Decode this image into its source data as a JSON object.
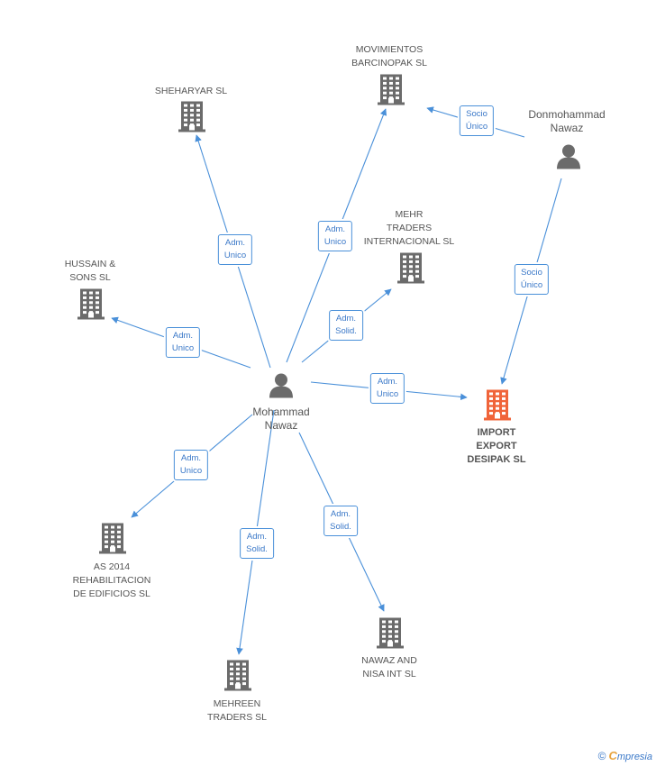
{
  "colors": {
    "edge": "#4a90d9",
    "building": "#6b6b6b",
    "building_highlight": "#f0643a",
    "person": "#6b6b6b"
  },
  "nodes": {
    "mohammad": {
      "label": "Mohammad\nNawaz",
      "type": "person-icon"
    },
    "donmohammad": {
      "label": "Donmohammad\nNawaz",
      "type": "person-icon"
    },
    "sheharyar": {
      "label": "SHEHARYAR  SL",
      "type": "building-icon"
    },
    "movimientos": {
      "label": "MOVIMIENTOS\nBARCINOPAK SL",
      "type": "building-icon"
    },
    "mehr": {
      "label": "MEHR\nTRADERS\nINTERNACIONAL SL",
      "type": "building-icon"
    },
    "hussain": {
      "label": "HUSSAIN &\nSONS SL",
      "type": "building-icon"
    },
    "import": {
      "label": "IMPORT\nEXPORT\nDESIPAK SL",
      "type": "building-icon"
    },
    "as2014": {
      "label": "AS 2014\nREHABILITACION\nDE EDIFICIOS  SL",
      "type": "building-icon"
    },
    "mehreen": {
      "label": "MEHREEN\nTRADERS SL",
      "type": "building-icon"
    },
    "nawazandnisa": {
      "label": "NAWAZ AND\nNISA INT  SL",
      "type": "building-icon"
    }
  },
  "edges": {
    "sheharyar": "Adm.\nUnico",
    "movimientos": "Adm.\nUnico",
    "mehr": "Adm.\nSolid.",
    "hussain": "Adm.\nUnico",
    "import": "Adm.\nUnico",
    "as2014": "Adm.\nUnico",
    "mehreen": "Adm.\nSolid.",
    "nawazandnisa": "Adm.\nSolid.",
    "don_movimientos": "Socio\nÚnico",
    "don_import": "Socio\nÚnico"
  },
  "footer": {
    "copyright": "©",
    "brand_first": "C",
    "brand_rest": "mpresia"
  }
}
